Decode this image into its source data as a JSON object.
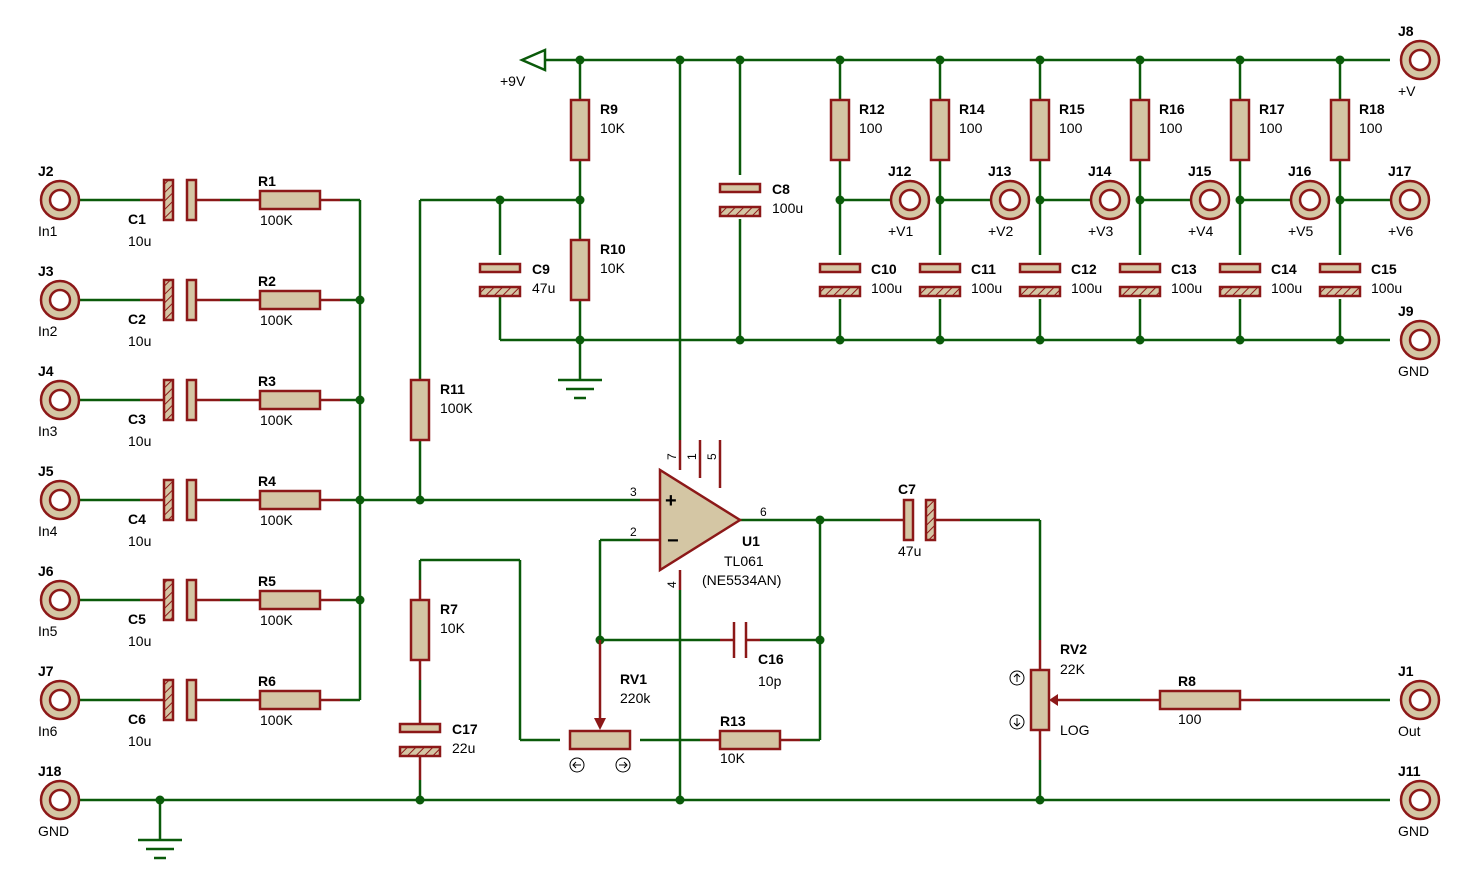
{
  "power": {
    "vcc_label": "+9V"
  },
  "connectors": [
    {
      "ref": "J2",
      "label": "In1"
    },
    {
      "ref": "J3",
      "label": "In2"
    },
    {
      "ref": "J4",
      "label": "In3"
    },
    {
      "ref": "J5",
      "label": "In4"
    },
    {
      "ref": "J6",
      "label": "In5"
    },
    {
      "ref": "J7",
      "label": "In6"
    },
    {
      "ref": "J18",
      "label": "GND"
    },
    {
      "ref": "J8",
      "label": "+V"
    },
    {
      "ref": "J9",
      "label": "GND"
    },
    {
      "ref": "J1",
      "label": "Out"
    },
    {
      "ref": "J11",
      "label": "GND"
    },
    {
      "ref": "J12",
      "label": "+V1"
    },
    {
      "ref": "J13",
      "label": "+V2"
    },
    {
      "ref": "J14",
      "label": "+V3"
    },
    {
      "ref": "J15",
      "label": "+V4"
    },
    {
      "ref": "J16",
      "label": "+V5"
    },
    {
      "ref": "J17",
      "label": "+V6"
    }
  ],
  "input_caps": [
    {
      "ref": "C1",
      "value": "10u"
    },
    {
      "ref": "C2",
      "value": "10u"
    },
    {
      "ref": "C3",
      "value": "10u"
    },
    {
      "ref": "C4",
      "value": "10u"
    },
    {
      "ref": "C5",
      "value": "10u"
    },
    {
      "ref": "C6",
      "value": "10u"
    }
  ],
  "input_resistors": [
    {
      "ref": "R1",
      "value": "100K"
    },
    {
      "ref": "R2",
      "value": "100K"
    },
    {
      "ref": "R3",
      "value": "100K"
    },
    {
      "ref": "R4",
      "value": "100K"
    },
    {
      "ref": "R5",
      "value": "100K"
    },
    {
      "ref": "R6",
      "value": "100K"
    }
  ],
  "bias": {
    "r9": {
      "ref": "R9",
      "value": "10K"
    },
    "r10": {
      "ref": "R10",
      "value": "10K"
    },
    "c9": {
      "ref": "C9",
      "value": "47u"
    },
    "c8": {
      "ref": "C8",
      "value": "100u"
    },
    "r11": {
      "ref": "R11",
      "value": "100K"
    }
  },
  "supply_resistors": [
    {
      "ref": "R12",
      "value": "100"
    },
    {
      "ref": "R14",
      "value": "100"
    },
    {
      "ref": "R15",
      "value": "100"
    },
    {
      "ref": "R16",
      "value": "100"
    },
    {
      "ref": "R17",
      "value": "100"
    },
    {
      "ref": "R18",
      "value": "100"
    }
  ],
  "supply_caps": [
    {
      "ref": "C10",
      "value": "100u"
    },
    {
      "ref": "C11",
      "value": "100u"
    },
    {
      "ref": "C12",
      "value": "100u"
    },
    {
      "ref": "C13",
      "value": "100u"
    },
    {
      "ref": "C14",
      "value": "100u"
    },
    {
      "ref": "C15",
      "value": "100u"
    }
  ],
  "opamp": {
    "ref": "U1",
    "value1": "TL061",
    "value2": "(NE5534AN)",
    "pins": {
      "p7": "7",
      "p1": "1",
      "p5": "5",
      "p3": "3",
      "p2": "2",
      "p4": "4",
      "p6": "6"
    },
    "plus": "+",
    "minus": "−"
  },
  "feedback": {
    "c16": {
      "ref": "C16",
      "value": "10p"
    },
    "rv1": {
      "ref": "RV1",
      "value": "220k"
    },
    "r13": {
      "ref": "R13",
      "value": "10K"
    },
    "r7": {
      "ref": "R7",
      "value": "10K"
    },
    "c17": {
      "ref": "C17",
      "value": "22u"
    }
  },
  "output": {
    "c7": {
      "ref": "C7",
      "value": "47u"
    },
    "rv2": {
      "ref": "RV2",
      "value": "22K",
      "taper": "LOG"
    },
    "r8": {
      "ref": "R8",
      "value": "100"
    }
  }
}
